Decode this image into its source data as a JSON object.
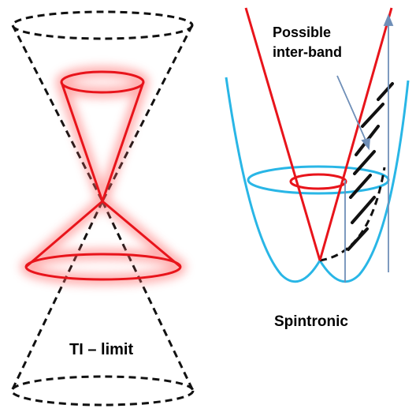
{
  "labels": {
    "ti_limit": "TI – limit",
    "possible_line1": "Possible",
    "possible_line2": "inter-band",
    "spintronic": "Spintronic"
  },
  "colors": {
    "dirac_cone": "#e8141b",
    "glow": "#ff6b6b",
    "dashed_cone": "#111111",
    "parabola": "#29b6e6",
    "arrow": "#6f8fb8",
    "hatch": "#111111",
    "background": "#ffffff"
  }
}
